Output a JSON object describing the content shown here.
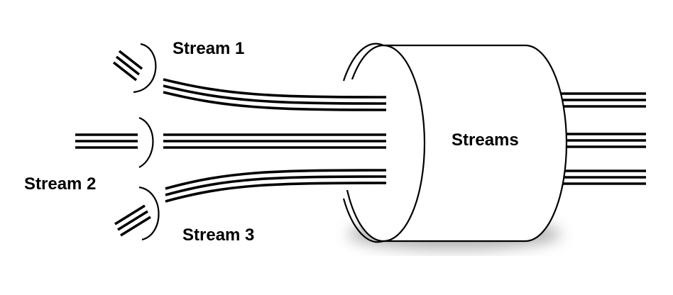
{
  "diagram": {
    "labels": {
      "stream_1": "Stream 1",
      "stream_2": "Stream 2",
      "stream_3": "Stream 3",
      "streams": "Streams"
    },
    "colors": {
      "line": "#000000",
      "fill": "#ffffff",
      "shadow": "#9a9a9a"
    }
  }
}
